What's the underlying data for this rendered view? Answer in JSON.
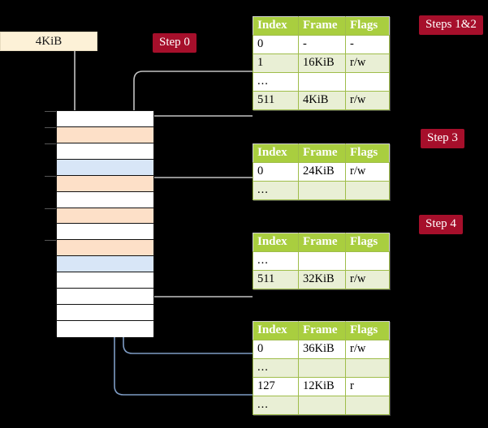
{
  "diagram": {
    "title_box": {
      "label": "4KiB"
    },
    "badges": [
      {
        "name": "step-0",
        "label": "Step 0"
      },
      {
        "name": "steps-1-2",
        "label": "Steps 1&2"
      },
      {
        "name": "step-3",
        "label": "Step 3"
      },
      {
        "name": "step-4",
        "label": "Step 4"
      }
    ],
    "memory_column": {
      "rows": [
        {
          "fill": "white"
        },
        {
          "fill": "orange"
        },
        {
          "fill": "white"
        },
        {
          "fill": "blue"
        },
        {
          "fill": "orange"
        },
        {
          "fill": "white"
        },
        {
          "fill": "orange"
        },
        {
          "fill": "white"
        },
        {
          "fill": "orange"
        },
        {
          "fill": "blue"
        },
        {
          "fill": "white"
        },
        {
          "fill": "white"
        },
        {
          "fill": "white"
        },
        {
          "fill": "white"
        }
      ]
    },
    "tables": [
      {
        "name": "page-table-level-4",
        "headers": [
          "Index",
          "Frame",
          "Flags"
        ],
        "rows": [
          {
            "style": "plain",
            "cells": [
              "0",
              "-",
              "-"
            ]
          },
          {
            "style": "alt",
            "cells": [
              "1",
              "16KiB",
              "r/w"
            ]
          },
          {
            "style": "plain",
            "cells": [
              "...",
              "",
              ""
            ]
          },
          {
            "style": "alt",
            "cells": [
              "511",
              "4KiB",
              "r/w"
            ],
            "highlight": true
          }
        ]
      },
      {
        "name": "page-table-level-3",
        "headers": [
          "Index",
          "Frame",
          "Flags"
        ],
        "rows": [
          {
            "style": "plain",
            "cells": [
              "0",
              "24KiB",
              "r/w"
            ]
          },
          {
            "style": "alt",
            "cells": [
              "...",
              "",
              ""
            ]
          }
        ]
      },
      {
        "name": "page-table-level-2",
        "headers": [
          "Index",
          "Frame",
          "Flags"
        ],
        "rows": [
          {
            "style": "plain",
            "cells": [
              "...",
              "",
              ""
            ]
          },
          {
            "style": "alt",
            "cells": [
              "511",
              "32KiB",
              "r/w"
            ]
          }
        ]
      },
      {
        "name": "page-table-level-1",
        "headers": [
          "Index",
          "Frame",
          "Flags"
        ],
        "rows": [
          {
            "style": "plain",
            "cells": [
              "0",
              "36KiB",
              "r/w"
            ]
          },
          {
            "style": "alt",
            "cells": [
              "...",
              "",
              ""
            ]
          },
          {
            "style": "plain",
            "cells": [
              "127",
              "12KiB",
              "r"
            ]
          },
          {
            "style": "alt",
            "cells": [
              "...",
              "",
              ""
            ]
          }
        ]
      }
    ],
    "colors": {
      "header_green": "#a9ce3f",
      "alt_row": "#e9efd5",
      "highlight": "#f7f49a",
      "badge_red": "#a60f2b",
      "mem_orange": "#fde0c8",
      "mem_blue": "#d8e6f7",
      "box_cream": "#fdf1d7",
      "wire_gray": "#c8c8c8",
      "wire_blue": "#7e9cc4"
    }
  }
}
